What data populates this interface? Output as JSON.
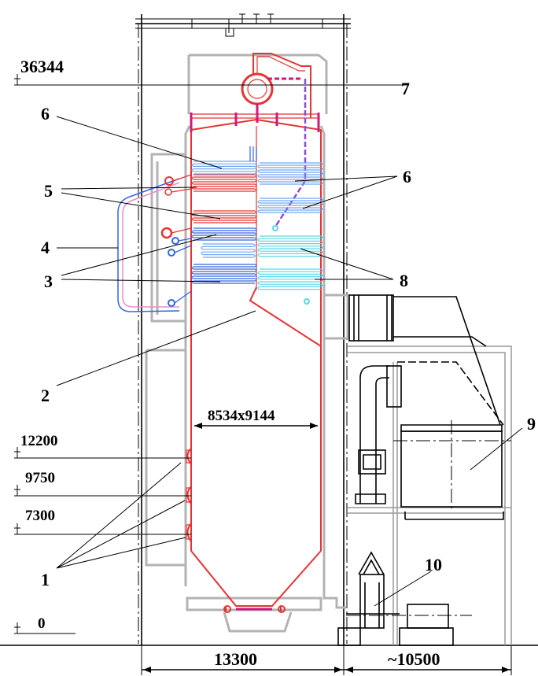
{
  "elevations": {
    "e36344": "36344",
    "e12200": "12200",
    "e9750": "9750",
    "e7300": "7300",
    "e0": "0"
  },
  "dimensions": {
    "section": "8534x9144",
    "width_boiler": "13300",
    "width_aux": "~10500"
  },
  "callouts": {
    "n1": "1",
    "n2": "2",
    "n3": "3",
    "n4": "4",
    "n5": "5",
    "n6a": "6",
    "n6b": "6",
    "n7": "7",
    "n8": "8",
    "n9": "9",
    "n10": "10"
  },
  "colors": {
    "structure": "#b3b3b3",
    "water_wall": "#e53333",
    "riser": "#d01a7a",
    "superheater": "#3366e0",
    "economizer": "#6fa8f0",
    "air_heater": "#5ad8e6",
    "outline": "#000000"
  }
}
